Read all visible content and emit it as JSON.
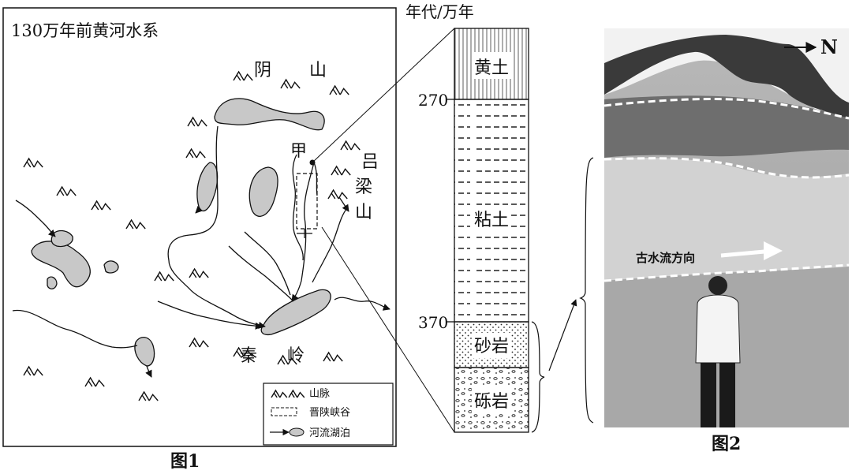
{
  "figure1": {
    "title": "130万年前黄河水系",
    "caption": "图1",
    "labels": {
      "yin": "阴",
      "shan1": "山",
      "jia": "甲",
      "lv": "吕",
      "liang": "梁",
      "shan2": "山",
      "qin": "秦",
      "ling": "岭"
    },
    "legend": {
      "mountain": "山脉",
      "gorge": "晋陕峡谷",
      "river_lake": "河流湖泊"
    }
  },
  "column": {
    "axis_title": "年代/万年",
    "ticks": [
      "270",
      "370"
    ],
    "layers": {
      "loess": "黄土",
      "clay": "粘土",
      "sandstone": "砂岩",
      "conglomerate": "砾岩"
    }
  },
  "figure2": {
    "caption": "图2",
    "north": "N",
    "flow_label": "古水流方向"
  },
  "colors": {
    "ink": "#111111",
    "lake_fill": "#c8c8c8"
  }
}
